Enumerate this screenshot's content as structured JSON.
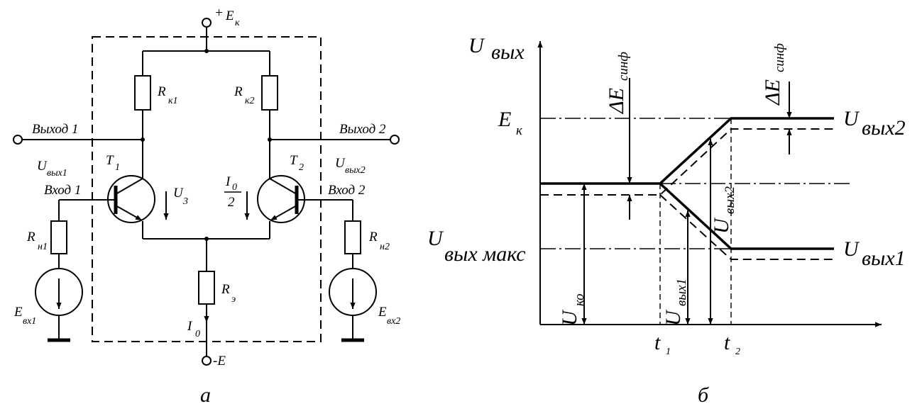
{
  "schematic": {
    "supply_pos_symbol": "+",
    "supply_pos_name": "E",
    "supply_pos_sub": "к",
    "supply_neg": "-E",
    "rk1": {
      "name": "R",
      "sub": "к1"
    },
    "rk2": {
      "name": "R",
      "sub": "к2"
    },
    "re": {
      "name": "R",
      "sub": "э"
    },
    "rn1": {
      "name": "R",
      "sub": "н1"
    },
    "rn2": {
      "name": "R",
      "sub": "н2"
    },
    "t1": {
      "name": "T",
      "sub": "1"
    },
    "t2": {
      "name": "T",
      "sub": "2"
    },
    "out1": "Выход 1",
    "out2": "Выход 2",
    "in1": "Вход 1",
    "in2": "Вход 2",
    "uout1": {
      "name": "U",
      "sub": "вых1"
    },
    "uout2": {
      "name": "U",
      "sub": "вых2"
    },
    "u3": {
      "name": "U",
      "sub": "3"
    },
    "i0_frac_num": "I",
    "i0_frac_num_sub": "0",
    "i0_frac_den": "2",
    "i0": {
      "name": "I",
      "sub": "0"
    },
    "ein1": {
      "name": "E",
      "sub": "вх1"
    },
    "ein2": {
      "name": "E",
      "sub": "вх2"
    },
    "caption": "а"
  },
  "graph": {
    "y_axis": {
      "name": "U",
      "sub": "вых"
    },
    "ek": {
      "name": "E",
      "sub": "к"
    },
    "uout_max": {
      "name": "U",
      "sub": "вых макс"
    },
    "uout2": {
      "name": "U",
      "sub": "вых2"
    },
    "uout1": {
      "name": "U",
      "sub": "вых1"
    },
    "delta_e1": {
      "name": "ΔE",
      "sub": "синф"
    },
    "delta_e2": {
      "name": "ΔE",
      "sub": "синф"
    },
    "uko": {
      "name": "U",
      "sub": "ко"
    },
    "uv1": {
      "name": "U",
      "sub": "вых1"
    },
    "uv2": {
      "name": "U",
      "sub": "вых2"
    },
    "t1": {
      "name": "t",
      "sub": "1"
    },
    "t2": {
      "name": "t",
      "sub": "2"
    },
    "caption": "б"
  }
}
